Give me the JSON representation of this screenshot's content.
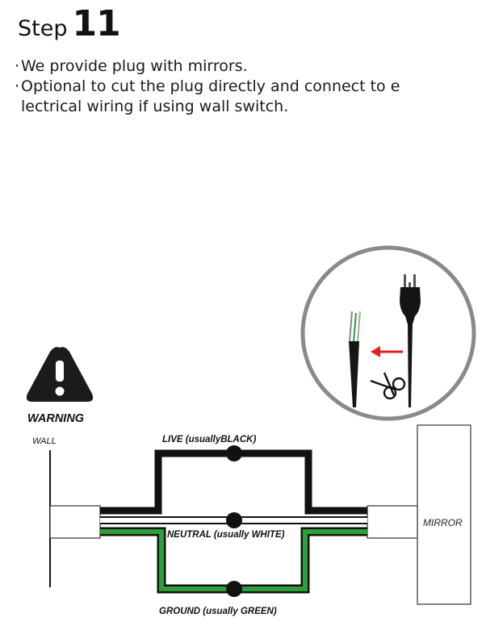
{
  "heading": {
    "step_word": "Step",
    "step_number": "11"
  },
  "notes": [
    {
      "bullet": "·",
      "text": "We provide plug with mirrors."
    },
    {
      "bullet": "·",
      "text": "Optional to cut the plug directly and connect to e\nlectrical wiring if using wall switch."
    }
  ],
  "diagram": {
    "warning_label": "WARNING",
    "wall_label": "WALL",
    "mirror_label": "MIRROR",
    "live_label": "LIVE (usuallyBLACK)",
    "neutral_label": "NEUTRAL (usually WHITE)",
    "ground_label": "GROUND (usually GREEN)",
    "colors": {
      "live": "#111111",
      "neutral": "#ffffff",
      "ground": "#2e9e3a",
      "arrow": "#e02020",
      "warning": "#1b1b1b"
    },
    "icons": [
      "warning-triangle-icon",
      "plug-icon",
      "scissors-icon",
      "red-arrow-icon"
    ]
  }
}
